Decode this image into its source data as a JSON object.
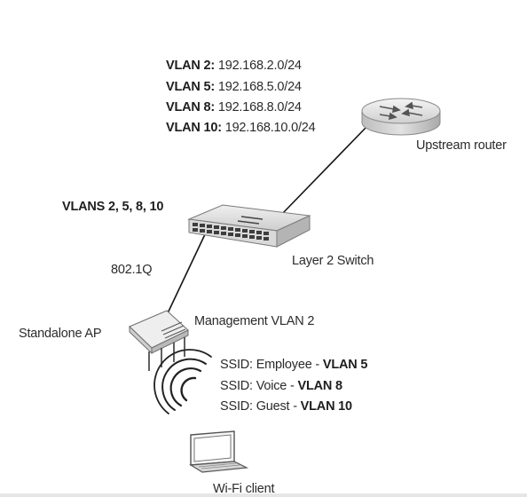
{
  "vlan_list": [
    {
      "name": "VLAN 2:",
      "subnet": "192.168.2.0/24"
    },
    {
      "name": "VLAN 5:",
      "subnet": "192.168.5.0/24"
    },
    {
      "name": "VLAN 8:",
      "subnet": "192.168.8.0/24"
    },
    {
      "name": "VLAN 10:",
      "subnet": "192.168.10.0/24"
    }
  ],
  "devices": {
    "router": "Upstream router",
    "switch": "Layer 2 Switch",
    "ap": "Standalone AP",
    "client": "Wi-Fi client"
  },
  "labels": {
    "trunk_vlans": "VLANS 2, 5, 8, 10",
    "trunk_protocol": "802.1Q",
    "management_vlan": "Management VLAN 2"
  },
  "ssids": [
    {
      "label": "SSID: Employee - ",
      "vlan": "VLAN 5"
    },
    {
      "label": "SSID: Voice - ",
      "vlan": "VLAN 8"
    },
    {
      "label": "SSID: Guest - ",
      "vlan": "VLAN 10"
    }
  ],
  "icons": [
    "router-icon",
    "switch-icon",
    "access-point-icon",
    "radio-waves-icon",
    "laptop-icon"
  ]
}
